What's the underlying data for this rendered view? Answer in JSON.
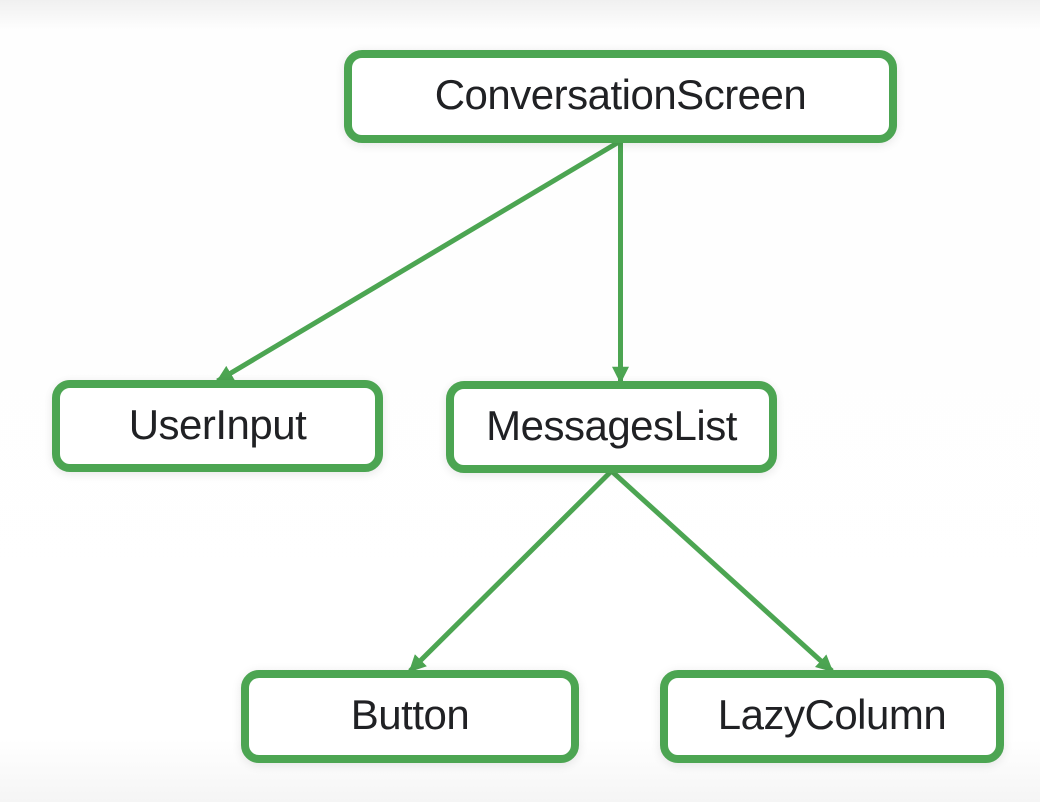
{
  "diagram": {
    "type": "component-tree",
    "colors": {
      "accent": "#4CA552",
      "text": "#202124",
      "node_fill": "#ffffff",
      "background": "#ffffff"
    },
    "nodes": [
      {
        "id": "conversation_screen",
        "label": "ConversationScreen"
      },
      {
        "id": "user_input",
        "label": "UserInput"
      },
      {
        "id": "messages_list",
        "label": "MessagesList"
      },
      {
        "id": "button",
        "label": "Button"
      },
      {
        "id": "lazy_column",
        "label": "LazyColumn"
      }
    ],
    "edges": [
      {
        "from": "conversation_screen",
        "to": "user_input"
      },
      {
        "from": "conversation_screen",
        "to": "messages_list"
      },
      {
        "from": "messages_list",
        "to": "button"
      },
      {
        "from": "messages_list",
        "to": "lazy_column"
      }
    ],
    "edge_style": {
      "stroke_width": 5,
      "arrowhead": "triangle"
    }
  }
}
